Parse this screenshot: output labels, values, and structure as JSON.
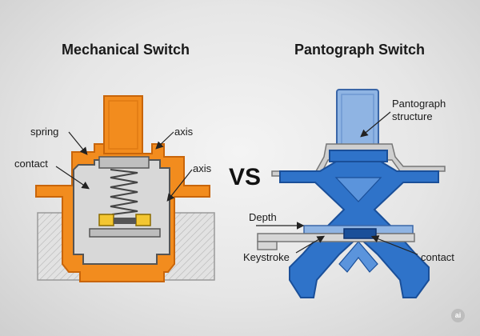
{
  "titles": {
    "left": "Mechanical Switch",
    "right": "Pantograph Switch"
  },
  "vs_label": "VS",
  "mechanical": {
    "labels": {
      "spring": "spring",
      "axis_top": "axis",
      "contact": "contact",
      "axis_side": "axis"
    }
  },
  "pantograph": {
    "labels": {
      "structure_line1": "Pantograph",
      "structure_line2": "structure",
      "depth": "Depth",
      "keystroke": "Keystroke",
      "contact": "contact"
    }
  },
  "badge": "ai",
  "colors": {
    "orange": "#f28c1e",
    "orange_dark": "#c8650a",
    "blue": "#2f73c9",
    "blue_dark": "#1a4f99",
    "keycap_blue": "#8fb4e3",
    "grey": "#9a9a9a",
    "yellow": "#f3c632"
  }
}
